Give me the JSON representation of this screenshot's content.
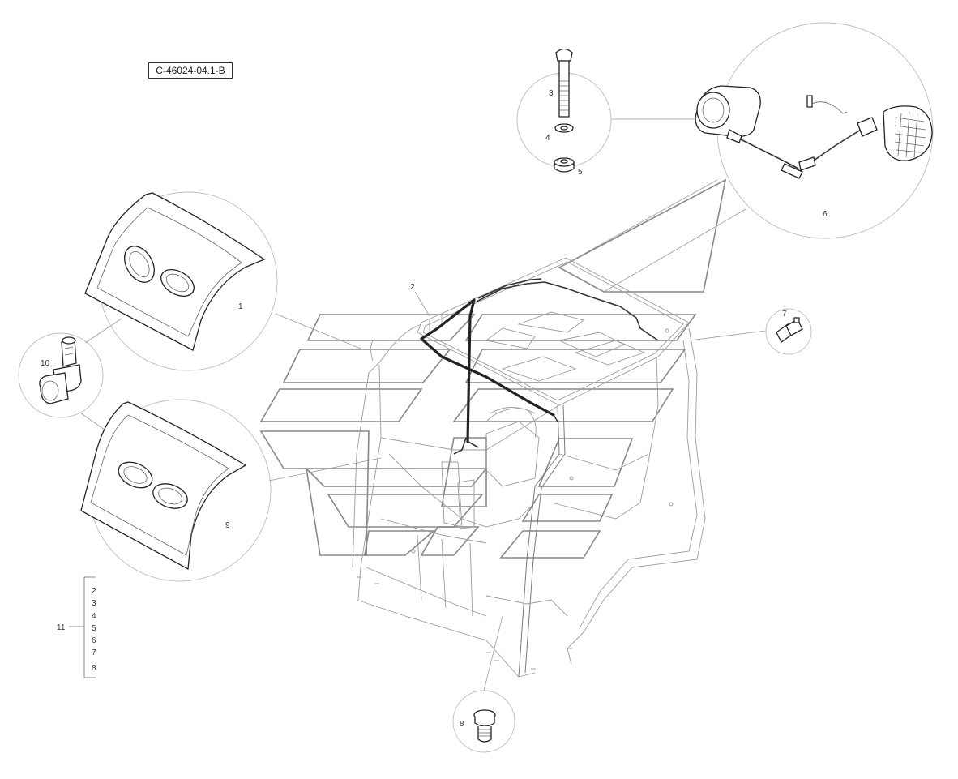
{
  "drawing": {
    "code": "C-46024-04.1-B"
  },
  "callouts": {
    "c1": "1",
    "c2": "2",
    "c3": "3",
    "c4": "4",
    "c5": "5",
    "c6": "6",
    "c7": "7",
    "c8": "8",
    "c9": "9",
    "c10": "10",
    "c11": "11"
  },
  "group_11": {
    "label": "11",
    "items": [
      "2",
      "3",
      "4",
      "5",
      "6",
      "7",
      "8"
    ]
  },
  "colors": {
    "line": "#222222",
    "frame": "#bdbdbd",
    "watermark": "#888888"
  }
}
